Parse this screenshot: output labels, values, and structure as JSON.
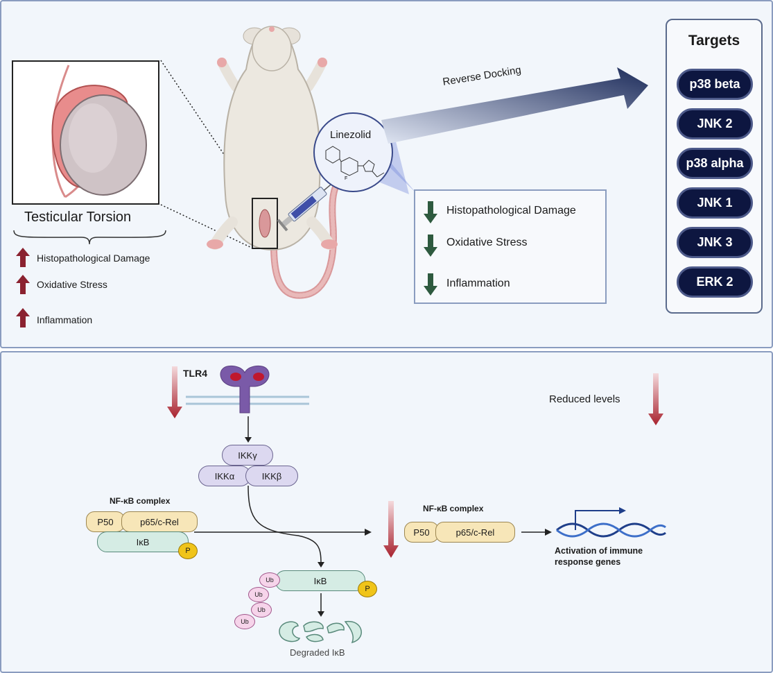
{
  "torsion": {
    "title": "Testicular Torsion",
    "effects": [
      "Histopathological Damage",
      "Oxidative Stress",
      "Inflammation"
    ]
  },
  "drug": {
    "name": "Linezolid",
    "docking_label": "Reverse Docking",
    "effects": [
      "Histopathological Damage",
      "Oxidative Stress",
      "Inflammation"
    ]
  },
  "targets": {
    "title": "Targets",
    "items": [
      "p38 beta",
      "JNK 2",
      "p38 alpha",
      "JNK 1",
      "JNK 3",
      "ERK 2"
    ]
  },
  "pathway": {
    "receptor": "TLR4",
    "legend": "Reduced levels",
    "ikk": {
      "gamma": "IKKγ",
      "alpha": "IKKα",
      "beta": "IKKβ"
    },
    "nfkb_label_left": "NF-κB complex",
    "nfkb_label_right": "NF-κB complex",
    "p50": "P50",
    "p65": "p65/c-Rel",
    "p50_right": "P50",
    "p65_right": "p65/c-Rel",
    "ikb": "IκB",
    "ikb_mid": "IκB",
    "phospho": "P",
    "phospho_mid": "P",
    "ub": [
      "Ub",
      "Ub",
      "Ub",
      "Ub"
    ],
    "degraded": "Degraded IκB",
    "activation": "Activation of immune response genes"
  },
  "colors": {
    "up_arrow": "#8b2230",
    "down_arrow": "#2e5a3f",
    "reduced_arrow": "#b02a36",
    "target_fill": "#0d1640"
  }
}
